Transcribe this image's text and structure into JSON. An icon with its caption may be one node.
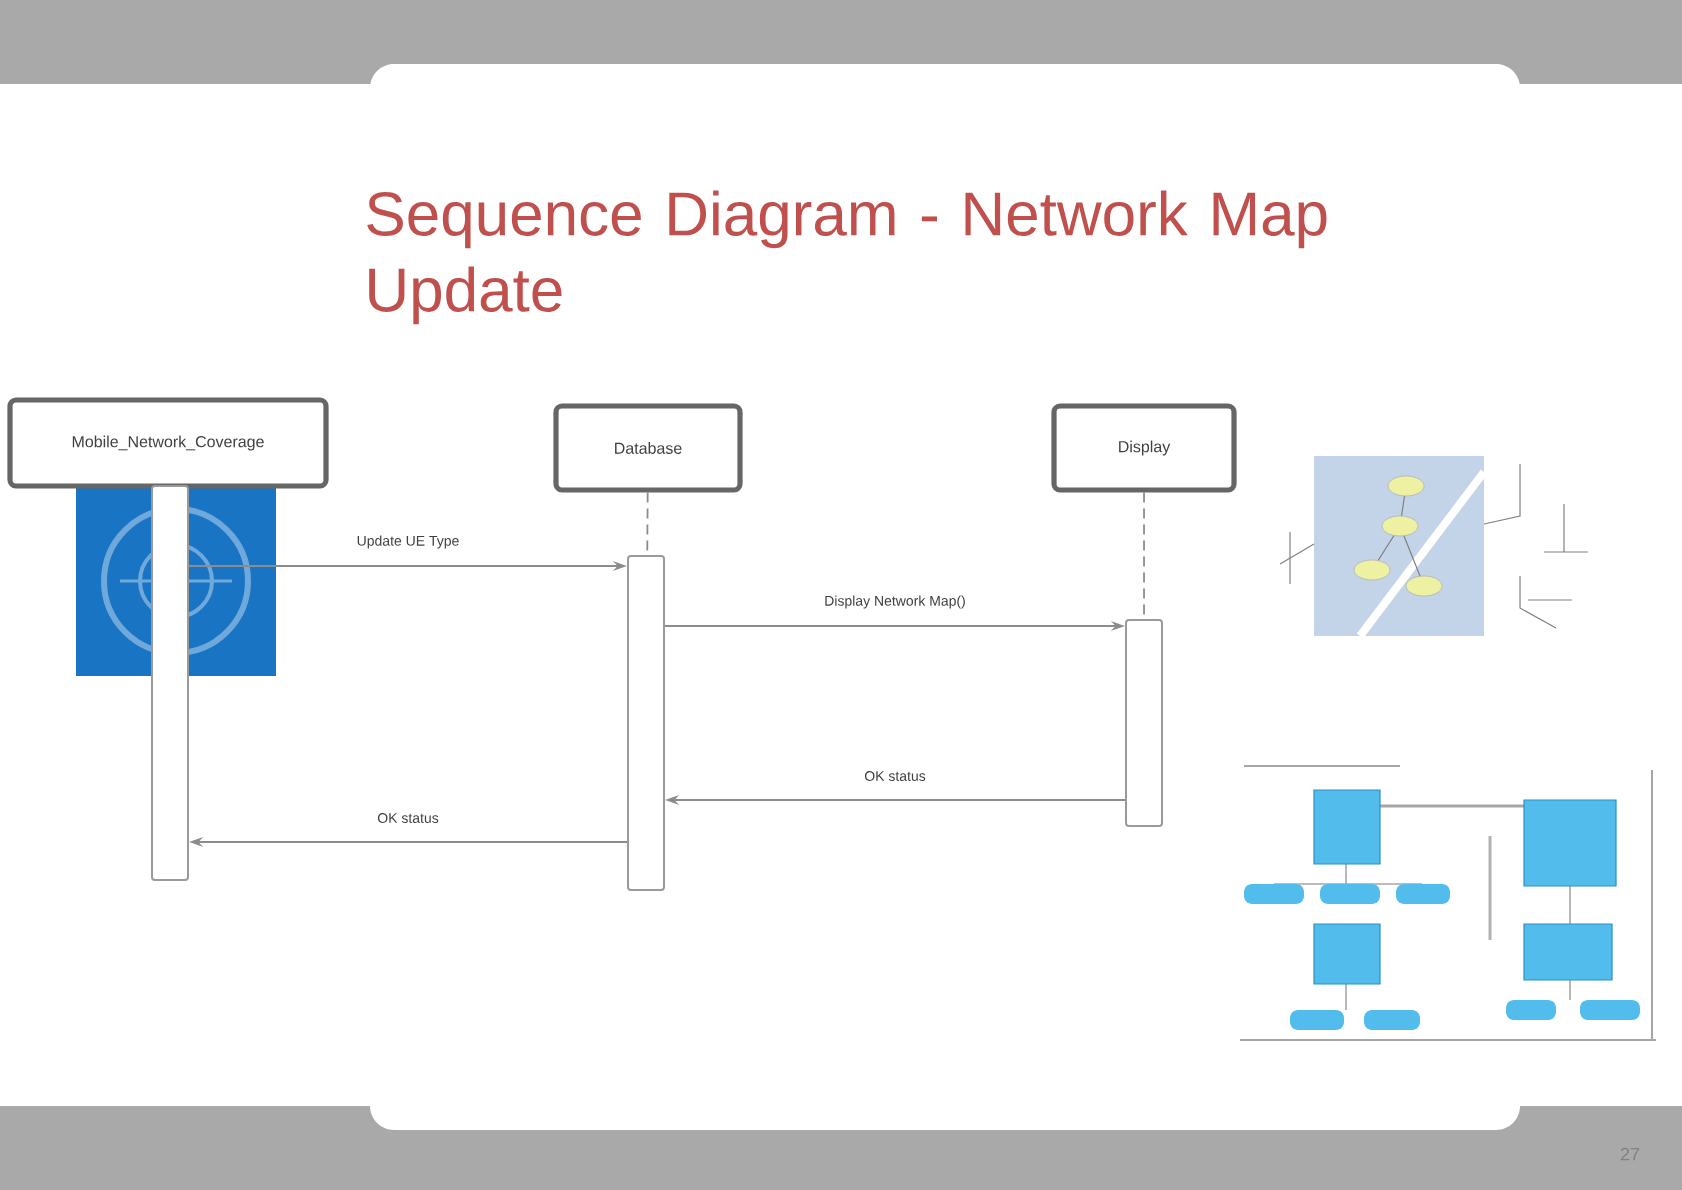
{
  "diagram": {
    "title": "Sequence Diagram - Network Map Update",
    "nodes": [
      {
        "text": [
          "Mobile_Network_Coverage"
        ]
      },
      {
        "text": [
          "Database"
        ]
      },
      {
        "text": [
          "Display"
        ]
      },
      {
        "text": [],
        "shape": "bar"
      },
      {
        "text": [],
        "shape": "bar"
      },
      {
        "text": [],
        "shape": "bar"
      }
    ],
    "edges": [
      {
        "from": 3,
        "to": 4,
        "arrow": "to",
        "label": "Update UE Type"
      },
      {
        "from": 4,
        "to": 5,
        "arrow": "to",
        "label": "Display Network Map()"
      },
      {
        "from": 5,
        "to": 4,
        "arrow": "to",
        "label": "OK status"
      },
      {
        "from": 4,
        "to": 3,
        "arrow": "to",
        "label": "OK status"
      },
      {
        "from": 1,
        "to": 4,
        "arrow": "none",
        "style": "dashed"
      },
      {
        "from": 2,
        "to": 5,
        "arrow": "none",
        "style": "dashed"
      }
    ],
    "labels": [
      "27"
    ]
  }
}
